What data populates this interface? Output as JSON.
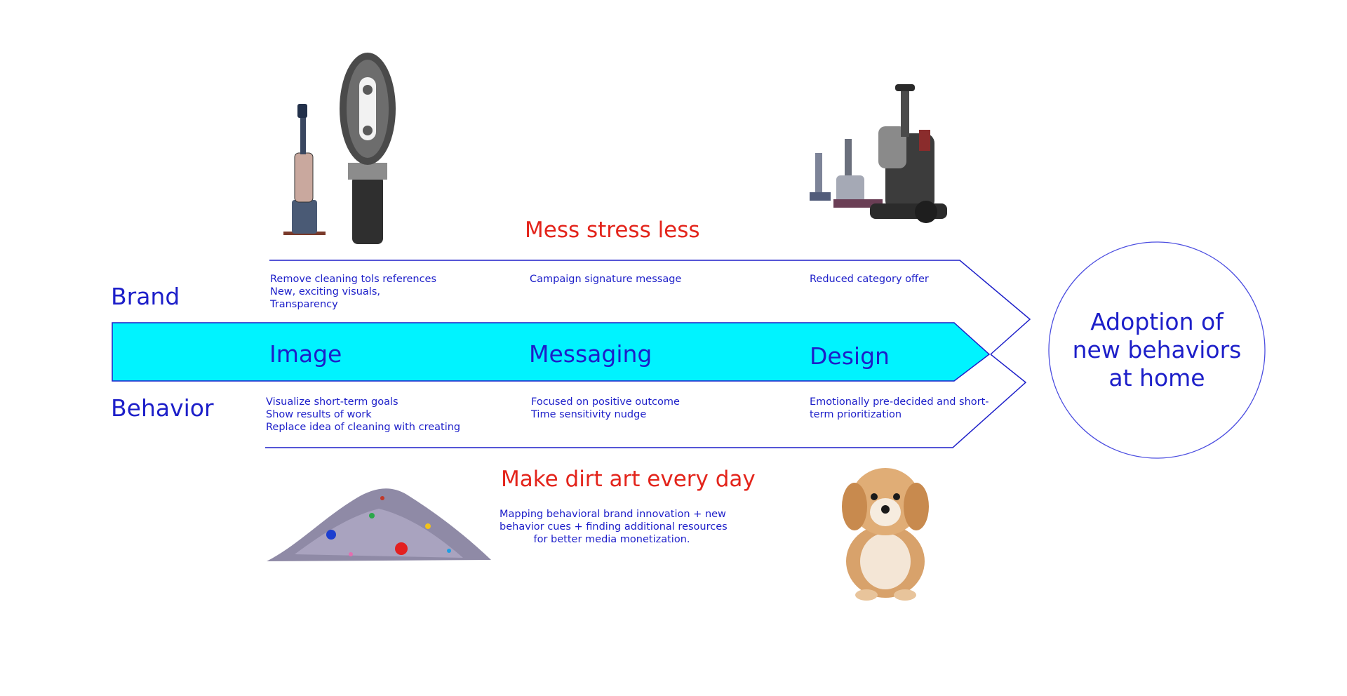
{
  "headlines": {
    "top": "Mess stress less",
    "bottom": "Make dirt art every day"
  },
  "rows": {
    "brand": "Brand",
    "behavior": "Behavior"
  },
  "stages": [
    {
      "label": "Image",
      "brand_lines": [
        "Remove cleaning tols references",
        "New, exciting visuals,",
        "Transparency"
      ],
      "behavior_lines": [
        "Visualize short-term goals",
        "Show results of work",
        "Replace idea of cleaning with creating"
      ]
    },
    {
      "label": "Messaging",
      "brand_lines": [
        "Campaign signature message"
      ],
      "behavior_lines": [
        "Focused on positive outcome",
        "Time sensitivity nudge"
      ]
    },
    {
      "label": "Design",
      "brand_lines": [
        "Reduced category offer"
      ],
      "behavior_lines": [
        "Emotionally pre-decided and short-",
        "term prioritization"
      ]
    }
  ],
  "note_lines": [
    "Mapping behavioral brand innovation + new",
    "behavior cues + finding additional resources",
    "for better media monetization."
  ],
  "outcome_lines": [
    "Adoption of",
    "new behaviors",
    "at home"
  ],
  "colors": {
    "accent_blue": "#1d1fc9",
    "cyan_band": "#00f3ff",
    "headline_red": "#e3241b"
  },
  "images": [
    "upright-vacuum-and-brush-attachment",
    "carpet-cleaner-machines",
    "dust-and-lint-pile",
    "puppy"
  ]
}
